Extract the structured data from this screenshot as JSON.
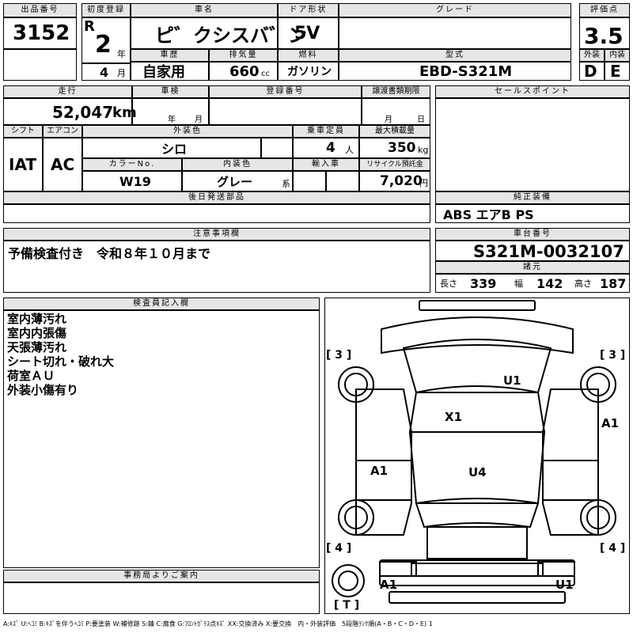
{
  "lot": {
    "label": "出品番号",
    "value": "3152"
  },
  "first_reg": {
    "label": "初度登録",
    "era": "R",
    "year": "2",
    "year_unit": "年",
    "month": "4",
    "month_unit": "月"
  },
  "car_name": {
    "label": "車名",
    "value": "ピ゛クシスバ゛ン"
  },
  "door": {
    "label": "ドア形状",
    "value": "5V"
  },
  "grade": {
    "label": "グレード",
    "value": ""
  },
  "score": {
    "label": "評価点",
    "value": "3.5",
    "ext_label": "外装",
    "ext_value": "D",
    "int_label": "内装",
    "int_value": "E"
  },
  "history": {
    "label": "車歴",
    "value": "自家用"
  },
  "displacement": {
    "label": "排気量",
    "value": "660",
    "unit": "cc"
  },
  "fuel": {
    "label": "燃料",
    "value": "ガソリン"
  },
  "model": {
    "label": "型式",
    "value": "EBD-S321M"
  },
  "mileage": {
    "label": "走行",
    "value": "52,047",
    "unit": "km"
  },
  "inspection": {
    "label": "車検",
    "year_unit": "年",
    "month_unit": "月"
  },
  "reg_no": {
    "label": "登録番号",
    "value": ""
  },
  "transfer_deadline": {
    "label": "譲渡書類期限",
    "month_unit": "月",
    "day_unit": "日"
  },
  "sales_point": {
    "label": "セールスポイント",
    "value": ""
  },
  "shift": {
    "label": "シフト",
    "value": "IAT"
  },
  "aircon": {
    "label": "エアコン",
    "value": "AC"
  },
  "ext_color": {
    "label": "外装色",
    "value": "シロ"
  },
  "capacity": {
    "label": "乗車定員",
    "value": "4",
    "unit": "人"
  },
  "max_load": {
    "label": "最大積載量",
    "value": "350",
    "unit": "kg"
  },
  "color_no": {
    "label": "カラーNo.",
    "value": "W19"
  },
  "int_color": {
    "label": "内装色",
    "value": "グレー",
    "suffix": "系"
  },
  "import": {
    "label": "輸入車",
    "value": ""
  },
  "recycle": {
    "label": "リサイクル預託金",
    "value": "7,020",
    "unit": "円"
  },
  "later_parts": {
    "label": "後日発送部品",
    "value": ""
  },
  "equipment": {
    "label": "純正装備",
    "value": "ABS エアB PS"
  },
  "notes": {
    "label": "注意事項欄",
    "value": "予備検査付き　令和８年１０月まで"
  },
  "chassis": {
    "label": "車台番号",
    "value": "S321M-0032107"
  },
  "dims": {
    "label": "諸元",
    "length_label": "長さ",
    "length": "339",
    "width_label": "幅",
    "width": "142",
    "height_label": "高さ",
    "height": "187"
  },
  "inspector": {
    "label": "検査員記入欄",
    "lines": [
      "室内薄汚れ",
      "室内内張傷",
      "天張薄汚れ",
      "シート切れ・破れ大",
      "荷室ＡＵ",
      "外装小傷有り"
    ]
  },
  "office": {
    "label": "事務局よりご案内",
    "value": ""
  },
  "diagram": {
    "tire_fl": "[ 3 ]",
    "tire_fr": "[ 3 ]",
    "tire_rl": "[ 4 ]",
    "tire_rr": "[ 4 ]",
    "tire_spare": "[ T ]",
    "marks": {
      "roof": "U1",
      "roof_front": "X1",
      "right_door": "A1",
      "left_door": "A1",
      "cargo": "U4",
      "rear_left": "A1",
      "rear_right": "U1"
    }
  },
  "legend": "A:ｷｽﾞ U:ﾍｺﾐ B:ｷｽﾞを伴うﾍｺﾐ P:要塗装 W:補修跡 S:錆 C:腐食 G:ﾌﾛﾝﾄｶﾞﾗｽ点ｷｽﾞ XX:交換済み X:要交換　内・外装評価　5段階ﾗﾝｸ順(A・B・C・D・E) 1"
}
